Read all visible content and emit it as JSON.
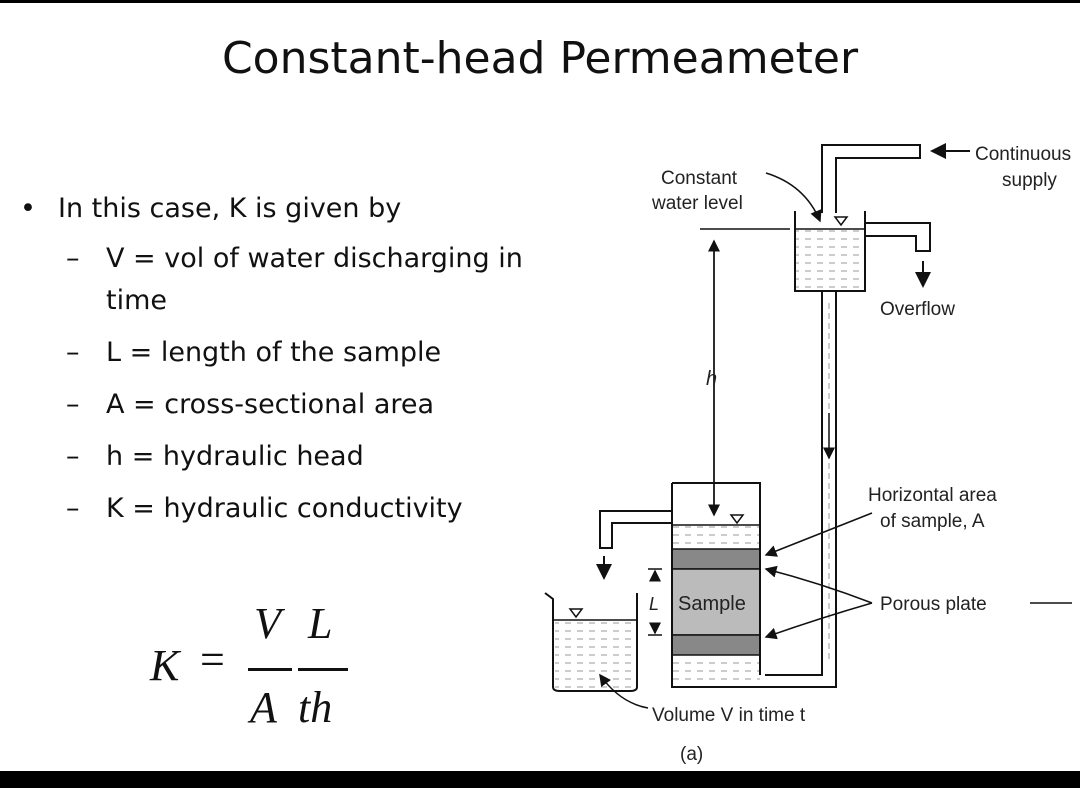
{
  "slide": {
    "title": "Constant-head Permeameter",
    "bullet": "In this case, K is given by",
    "items": [
      "V = vol of water discharging in time",
      "L = length of the sample",
      "A = cross-sectional area",
      "h = hydraulic head",
      "K = hydraulic conductivity"
    ]
  },
  "formula": {
    "lhs": "K",
    "eq": "=",
    "num1": "V",
    "num2": "L",
    "den1": "A",
    "den2": "th"
  },
  "diagram": {
    "labels": {
      "continuous_supply_1": "Continuous",
      "continuous_supply_2": "supply",
      "constant_water_level_1": "Constant",
      "constant_water_level_2": "water level",
      "overflow": "Overflow",
      "h": "h",
      "horizontal_area_1": "Horizontal area",
      "horizontal_area_2": "of sample, A",
      "porous_plate": "Porous plate",
      "sample": "Sample",
      "L": "L",
      "volume": "Volume V in time t",
      "caption": "(a)"
    }
  }
}
